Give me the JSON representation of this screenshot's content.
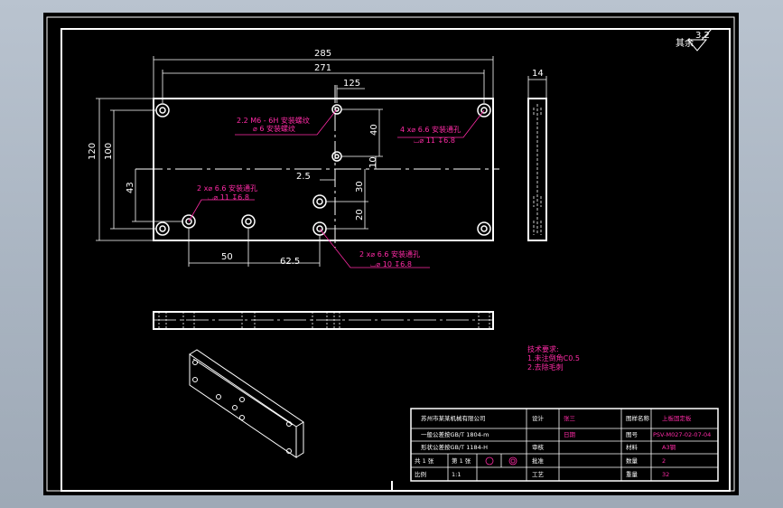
{
  "dims": {
    "d285": "285",
    "d271": "271",
    "d125": "125",
    "d14": "14",
    "d120": "120",
    "d100": "100",
    "d43": "43",
    "d40": "40",
    "d10": "10",
    "d25": "2.5",
    "d30": "30",
    "d20": "20",
    "d50": "50",
    "d625": "62.5"
  },
  "notes": {
    "hole_a_1": "2.2 M6 - 6H 安装螺纹",
    "hole_a_2": "⌀ 6 安装螺纹",
    "hole_b_1": "4 x⌀ 6.6 安装通孔",
    "hole_b_2": "⌴⌀ 11 ↧6.8",
    "hole_c_1": "2 x⌀ 6.6 安装通孔",
    "hole_c_2": "⌴⌀ 11 ↧6.8",
    "hole_d_1": "2 x⌀ 6.6 安装通孔",
    "hole_d_2": "⌴⌀ 10 ↧6.8",
    "tech_title": "技术要求:",
    "tech_1": "1.未注倒角C0.5",
    "tech_2": "2.去除毛刺",
    "roughness_label": "其余",
    "roughness_value": "3.2"
  },
  "title_block": {
    "company": "苏州市某某机械有限公司",
    "std_1": "一般公差按GB/T 1804-m",
    "std_2": "形状公差按GB/T 1184-H",
    "scale_label": "比例",
    "scale_value": "1:1",
    "sheet_label": "共 1 张",
    "sheet_no": "第 1 张",
    "design_label": "设计",
    "check_label": "审核",
    "process_label": "工艺",
    "approve_label": "批准",
    "part_label": "图样名称",
    "part_name": "上板固定板",
    "drawing_label": "图号",
    "drawing_no": "PSV-M027-02-07-04",
    "material_label": "材料",
    "material_value": "A3钢",
    "qty_label": "数量",
    "qty_value": "2",
    "weight_label": "重量",
    "weight_value": "32",
    "designer": "张三",
    "date": "日期"
  }
}
